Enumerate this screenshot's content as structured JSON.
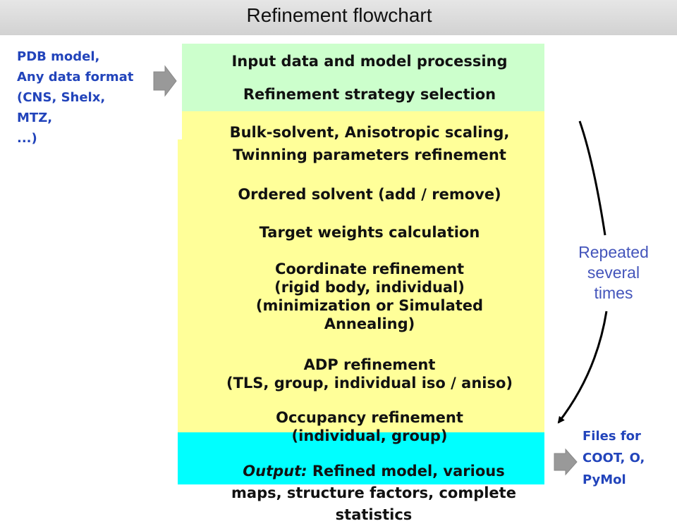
{
  "title": "Refinement flowchart",
  "input_note": "PDB model,\nAny data format\n(CNS, Shelx,\nMTZ,\n...)",
  "output_note": "Files for\nCOOT, O,\nPyMol",
  "repeat_note": "Repeated\nseveral\ntimes",
  "steps": [
    "Input data and model processing",
    "Refinement strategy selection",
    "Bulk-solvent, Anisotropic scaling,",
    "Twinning parameters refinement",
    "Ordered solvent (add / remove)",
    "Target weights calculation",
    "Coordinate refinement\n(rigid body, individual)\n(minimization or Simulated\nAnnealing)",
    "ADP refinement\n(TLS, group, individual iso / aniso)",
    "Occupancy refinement\n(individual, group)"
  ],
  "output": {
    "label": "Output:",
    "text": " Refined model, various\nmaps, structure factors, complete\nstatistics"
  },
  "colors": {
    "processing_box": "#ccffcc",
    "refinement_box": "#ffff99",
    "output_box": "#00ffff",
    "note_text": "#2244bb",
    "arrow": "#999999"
  }
}
